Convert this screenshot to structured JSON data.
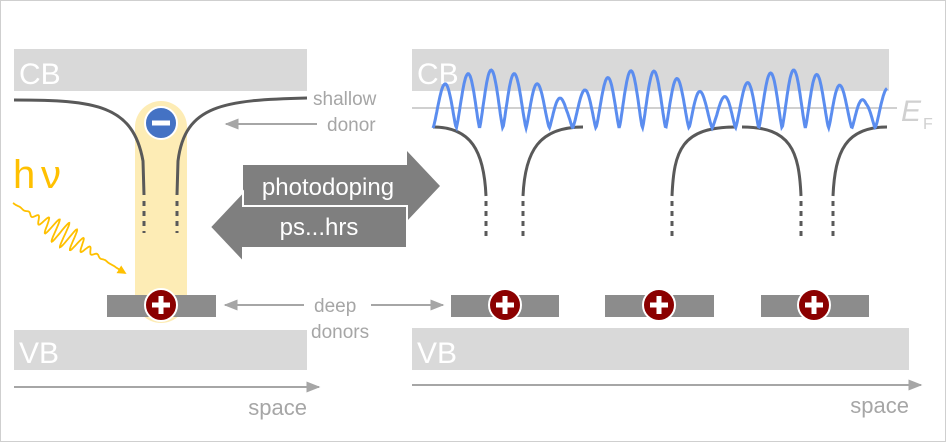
{
  "labels": {
    "cb_left": "CB",
    "cb_right": "CB",
    "vb_left": "VB",
    "vb_right": "VB",
    "photon_h": "h",
    "photon_nu": "ν",
    "shallow": "shallow",
    "donor": "donor",
    "deep": "deep",
    "donors": "donors",
    "arrow_right": "photodoping",
    "arrow_left": "ps...hrs",
    "space_left": "space",
    "space_right": "space",
    "fermi_E": "E",
    "fermi_sub": "F"
  },
  "symbols": {
    "electron": "−",
    "hole": "+"
  },
  "colors": {
    "band": "#d9d9d9",
    "band_text": "#ffffff",
    "potential_line": "#595959",
    "deep_level": "#8c8c8c",
    "annotation": "#a6a6a6",
    "arrow_box": "#7f7f7f",
    "photon": "#ffc000",
    "excitation_glow": "#fde9a8",
    "electron": "#4472c4",
    "hole": "#8b0000",
    "wavefunction": "#5b8def",
    "fermi": "#d0d0d0"
  },
  "icons": {
    "electron": "minus-circle-icon",
    "hole": "plus-circle-icon",
    "photon": "wavy-arrow-icon"
  }
}
